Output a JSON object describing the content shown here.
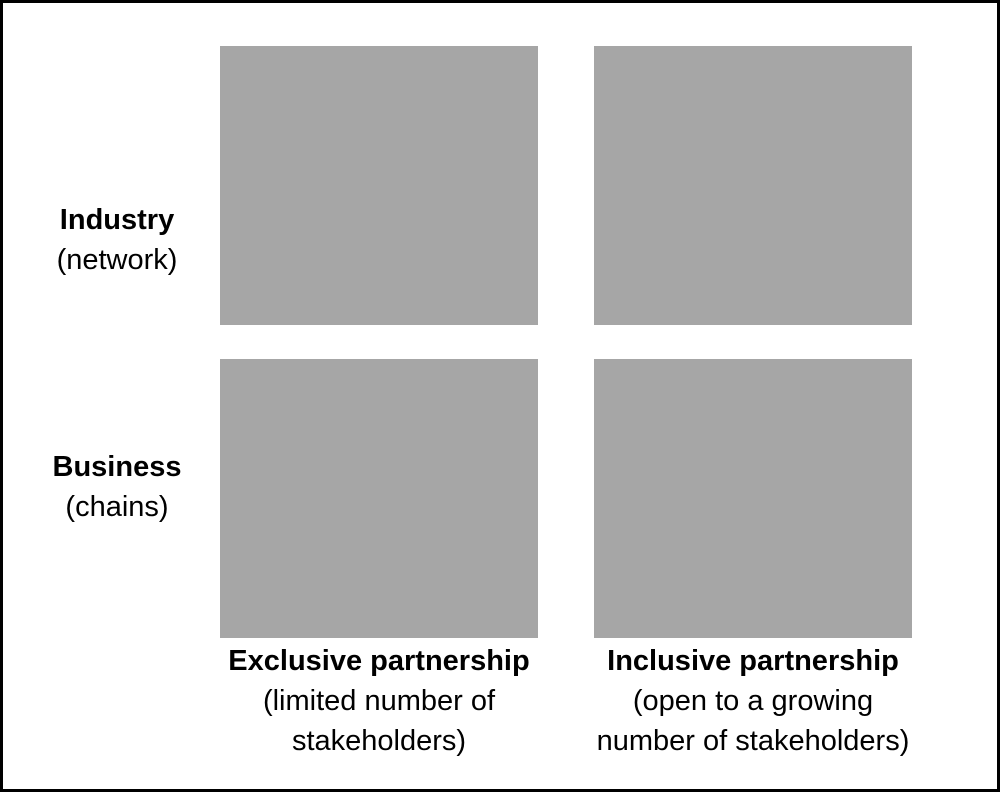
{
  "rows": [
    {
      "title": "Industry",
      "subtitle": "(network)"
    },
    {
      "title": "Business",
      "subtitle": "(chains)"
    }
  ],
  "columns": [
    {
      "title": "Exclusive partnership",
      "subtitle_line1": "(limited number of",
      "subtitle_line2": "stakeholders)"
    },
    {
      "title": "Inclusive partnership",
      "subtitle_line1": "(open to a growing",
      "subtitle_line2": "number of stakeholders)"
    }
  ],
  "colors": {
    "cell_fill": "#a6a6a6",
    "border": "#000000",
    "background": "#ffffff"
  }
}
